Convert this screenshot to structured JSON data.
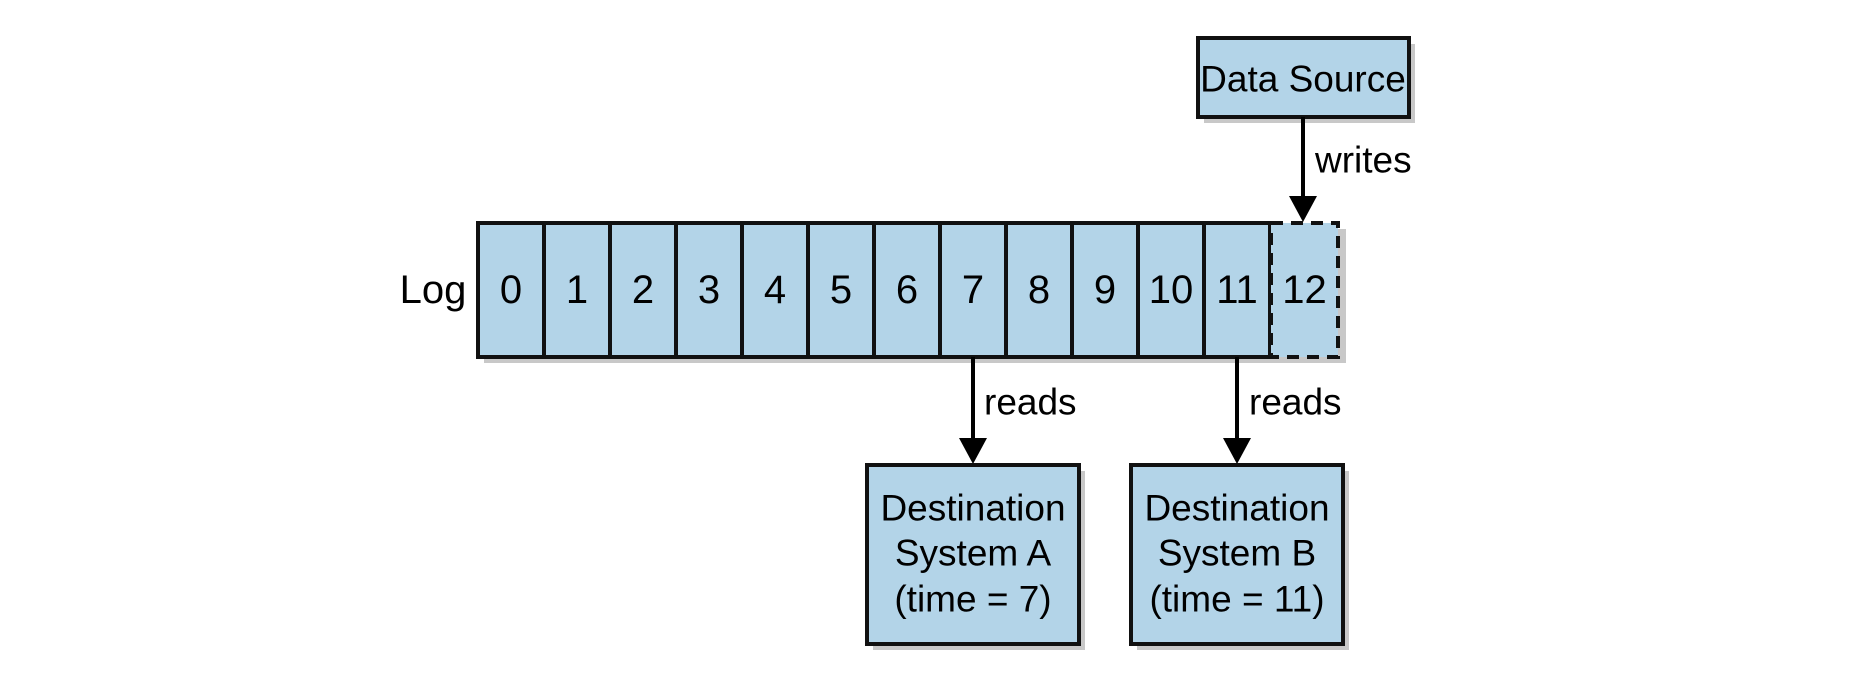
{
  "colors": {
    "fill": "#b3d4e8",
    "stroke": "#111111",
    "shadow": "#c8c8c8",
    "arrow": "#000000"
  },
  "log": {
    "label": "Log",
    "entries": [
      "0",
      "1",
      "2",
      "3",
      "4",
      "5",
      "6",
      "7",
      "8",
      "9",
      "10",
      "11"
    ],
    "pending_entry": "12"
  },
  "source": {
    "label": "Data Source",
    "edge_label": "writes"
  },
  "destinations": [
    {
      "lines": [
        "Destination",
        "System A",
        "(time = 7)"
      ],
      "reads_from": "7",
      "edge_label": "reads"
    },
    {
      "lines": [
        "Destination",
        "System B",
        "(time = 11)"
      ],
      "reads_from": "11",
      "edge_label": "reads"
    }
  ]
}
